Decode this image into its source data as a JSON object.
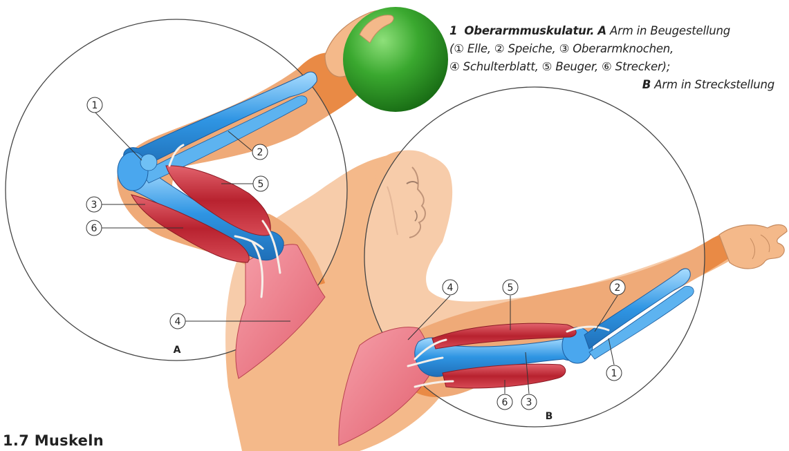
{
  "caption": {
    "number": "1",
    "title": "Oberarmmuskulatur.",
    "a_marker": "A",
    "a_text": "Arm in Beugestellung",
    "line2": "(① Elle, ② Speiche, ③ Oberarmknochen,",
    "line3": "④ Schulterblatt, ⑤ Beuger, ⑥ Strecker);",
    "b_marker": "B",
    "b_text": "Arm in Streckstellung"
  },
  "panels": {
    "a": "A",
    "b": "B"
  },
  "labels": {
    "n1": "1",
    "n2": "2",
    "n3": "3",
    "n4": "4",
    "n5": "5",
    "n6": "6"
  },
  "section_heading": "1.7 Muskeln",
  "colors": {
    "skin": "#f4b98a",
    "skin_dark": "#e98a45",
    "bone": "#3aa0ea",
    "bone_light": "#9fd6ff",
    "muscle": "#c8303e",
    "muscle_light": "#e86a72",
    "scapula": "#ec7a86",
    "ball": "#3aa82f",
    "outline": "#444444"
  }
}
